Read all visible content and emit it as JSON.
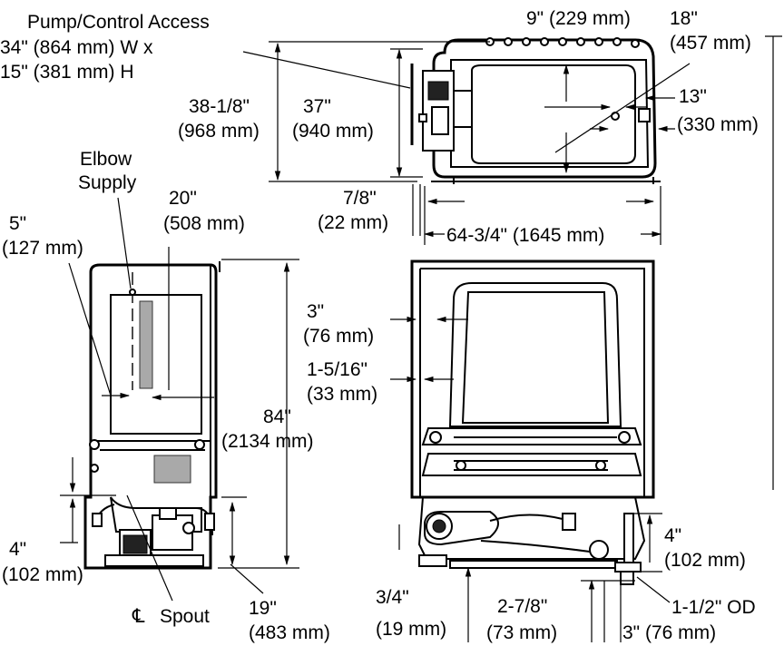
{
  "labels": {
    "pump_access_1": "Pump/Control Access",
    "pump_access_2": "34\" (864 mm) W x",
    "pump_access_3": "15\" (381 mm) H",
    "h_38_a": "38-1/8\"",
    "h_38_b": "(968 mm)",
    "h_37_a": "37\"",
    "h_37_b": "(940 mm)",
    "d_9": "9\" (229 mm)",
    "d_18_a": "18\"",
    "d_18_b": "(457 mm)",
    "d_13_a": "13\"",
    "d_13_b": "(330 mm)",
    "d_7_8_a": "7/8\"",
    "d_7_8_b": "(22 mm)",
    "d_64": "64-3/4\" (1645 mm)",
    "elbow_1": "Elbow",
    "elbow_2": "Supply",
    "d_20_a": "20\"",
    "d_20_b": "(508 mm)",
    "d_5_a": "5\"",
    "d_5_b": "(127 mm)",
    "d_3_a": "3\"",
    "d_3_b": "(76 mm)",
    "d_1516_a": "1-5/16\"",
    "d_1516_b": "(33 mm)",
    "d_84_a": "84\"",
    "d_84_b": "(2134 mm)",
    "d_4l_a": "4\"",
    "d_4l_b": "(102 mm)",
    "d_4r_a": "4\"",
    "d_4r_b": "(102 mm)",
    "spout_symbol": "℄",
    "spout": "Spout",
    "d_19_a": "19\"",
    "d_19_b": "(483 mm)",
    "d_34_a": "3/4\"",
    "d_34_b": "(19 mm)",
    "d_278_a": "2-7/8\"",
    "d_278_b": "(73 mm)",
    "d_112": "1-1/2\" OD",
    "d_3bot": "3\" (76 mm)"
  }
}
